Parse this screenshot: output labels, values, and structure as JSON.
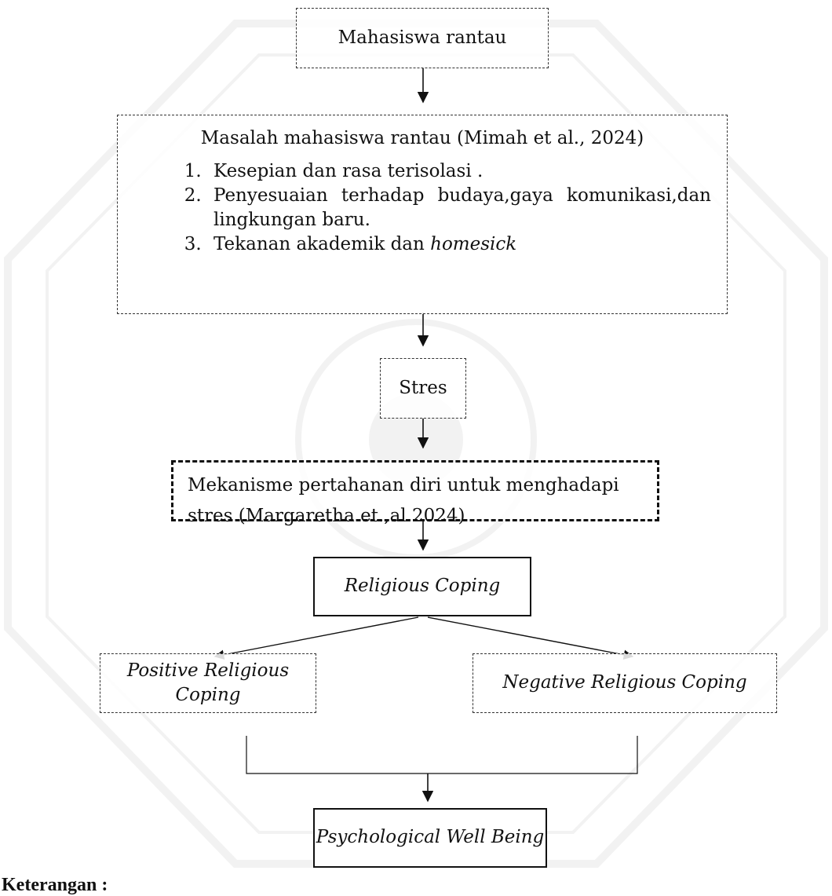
{
  "nodes": {
    "students": "Mahasiswa rantau",
    "problems": {
      "title": "Masalah mahasiswa rantau (Mimah et al., 2024)",
      "items": [
        {
          "num": "1.",
          "text": "Kesepian dan rasa terisolasi ."
        },
        {
          "num": "2.",
          "text": "Penyesuaian terhadap budaya,gaya komunikasi,dan lingkungan baru."
        },
        {
          "num": "3.",
          "text": "Tekanan akademik dan ",
          "italic": "homesick"
        }
      ]
    },
    "stress": "Stres",
    "defense": "Mekanisme pertahanan diri untuk menghadapi stres (Margaretha et.,al 2024)",
    "religious_coping": "Religious Coping",
    "positive": "Positive Religious Coping",
    "negative": "Negative Religious Coping",
    "outcome": "Psychological Well Being"
  },
  "footer": "Keterangan :",
  "colors": {
    "line": "#111111",
    "watermark": "#9a9a9a"
  }
}
